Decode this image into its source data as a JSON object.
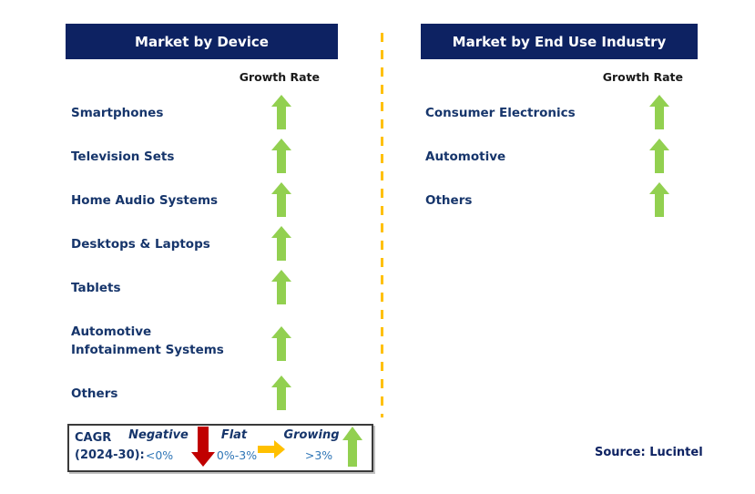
{
  "colors": {
    "header_bg": "#0d2262",
    "item_text": "#16356b",
    "growth_rate_label": "#1a1a1a",
    "arrow_green": "#92d050",
    "arrow_red": "#c00000",
    "arrow_gold": "#ffc000",
    "legend_range_blue": "#2e75b6"
  },
  "panels": [
    {
      "title": "Market by Device",
      "growth_rate_label": "Growth Rate",
      "items": [
        {
          "label": "Smartphones",
          "trend": "growing"
        },
        {
          "label": "Television Sets",
          "trend": "growing"
        },
        {
          "label": "Home Audio Systems",
          "trend": "growing"
        },
        {
          "label": "Desktops & Laptops",
          "trend": "growing"
        },
        {
          "label": "Tablets",
          "trend": "growing"
        },
        {
          "label": "Automotive Infotainment Systems",
          "trend": "growing"
        },
        {
          "label": "Others",
          "trend": "growing"
        }
      ]
    },
    {
      "title": "Market by End Use Industry",
      "growth_rate_label": "Growth Rate",
      "items": [
        {
          "label": "Consumer Electronics",
          "trend": "growing"
        },
        {
          "label": "Automotive",
          "trend": "growing"
        },
        {
          "label": "Others",
          "trend": "growing"
        }
      ]
    }
  ],
  "legend": {
    "title_line1": "CAGR",
    "title_line2": "(2024-30):",
    "entries": [
      {
        "label": "Negative",
        "range": "<0%",
        "arrow": "down-red"
      },
      {
        "label": "Flat",
        "range": "0%-3%",
        "arrow": "right-gold"
      },
      {
        "label": "Growing",
        "range": ">3%",
        "arrow": "up-green"
      }
    ]
  },
  "source": "Source: Lucintel"
}
